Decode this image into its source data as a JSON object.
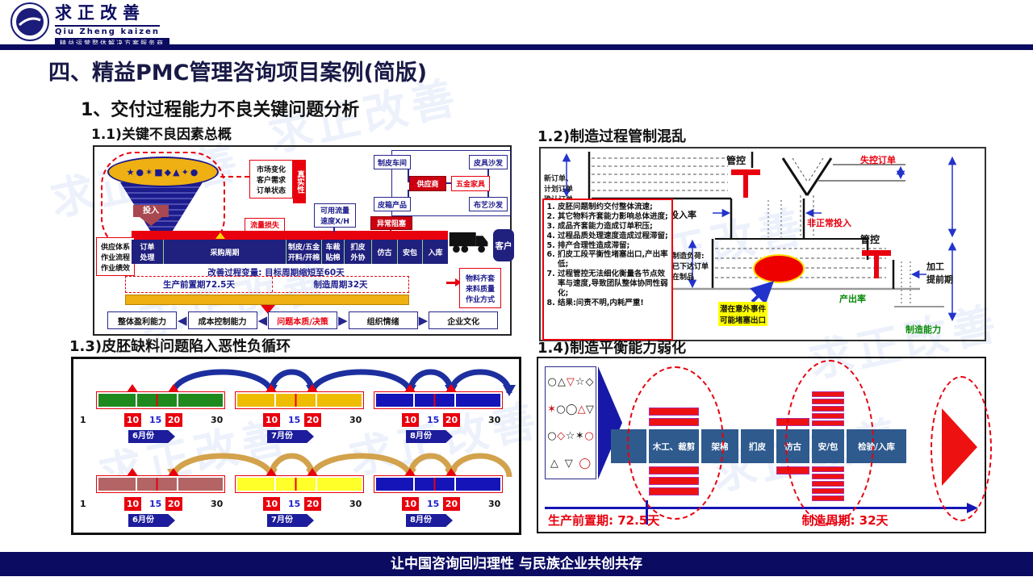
{
  "colors": {
    "navy": "#0b0b62",
    "red": "#e8000e",
    "gold": "#eeb012",
    "steel": "#2e5a8e",
    "green_text": "#0a8a0a"
  },
  "logo": {
    "name": "求正改善",
    "name_en": "Qiu Zheng kaizen",
    "tagline": "精益运营整体解决方案服务商"
  },
  "page": {
    "title": "四、精益PMC管理咨询项目案例(简版)",
    "subtitle": "1、交付过程能力不良关键问题分析",
    "footer": "让中国咨询回归理性  与民族企业共创共存",
    "watermark": "求正改善"
  },
  "q11": {
    "title": "1.1)关键不良因素总概",
    "funnel_glyphs": "★●✶■◆▲✦●",
    "input_label": "投入",
    "market_box": "市场变化\n客户需求\n订单状态",
    "authenticity": "真实性",
    "supplier": {
      "workshop": "制皮车间",
      "luggage": "皮箱产品",
      "vendor": "供应商",
      "hardware": "五金家具",
      "leather_sofa": "皮具沙发",
      "fabric_sofa": "布艺沙发"
    },
    "flow_loss": "流量损失",
    "available_flow": "可用流量\n速度X/H",
    "abnormal_block": "异常阻塞",
    "supply_box": "供应体系\n作业流程\n作业绩效",
    "flow_stages": [
      "订单\n处理",
      "采购周期",
      "制皮/五金\n开料/开棉",
      "车裁\n贴棉",
      "扪皮\n外协",
      "仿古",
      "安包",
      "入库"
    ],
    "customer": "客户",
    "improve_note": "改善过程变量: 目标周期缩短至60天",
    "lead_time": "生产前置期72.5天",
    "mfg_cycle": "制造周期32天",
    "material_box": "物料齐套\n来料质量\n作业方式",
    "chain": [
      {
        "label": "整体盈利能力",
        "arrow": "◀"
      },
      {
        "label": "成本控制能力",
        "arrow": "◀"
      },
      {
        "label": "问题本质/决策",
        "arrow": "▶"
      },
      {
        "label": "组织情绪",
        "arrow": "▶"
      },
      {
        "label": "企业文化",
        "arrow": ""
      }
    ]
  },
  "q12": {
    "title": "1.2)制造过程管制混乱",
    "orders_label": "新订单、\n计划订单\n确认订单",
    "control_label": "管控",
    "input_rate": "投入率",
    "uncontrolled": "失控订单",
    "abnormal_input": "非正常投入",
    "mfg_load": "制造负荷:\n已下达订单\n在制品",
    "potential_note": "潜在意外事件\n可能堵塞出口",
    "output_rate": "产出率",
    "lead_label": "加工\n提前期",
    "capacity": "制造能力",
    "issues": [
      "皮胚问题制约交付整体流速;",
      "其它物料齐套能力影响总体进度;",
      "成品齐套能力造成订单积压;",
      "过程品质处理速度造成过程滞留;",
      "排产合理性造成滞留;",
      "扪皮工段平衡性堵塞出口,产出率低;",
      "过程管控无法细化衡量各节点效率与速度,导致团队整体协同性弱化;",
      "结果:问责不明,内耗严重!"
    ]
  },
  "q13": {
    "title": "1.3)皮胚缺料问题陷入恶性负循环",
    "start_tick": "1",
    "ticks": [
      "10",
      "15",
      "20",
      "30"
    ],
    "months": [
      "6月份",
      "7月份",
      "8月份"
    ],
    "rows": [
      {
        "colors": [
          "#1e8a1e",
          "#eebc00",
          "#1414b8"
        ],
        "arc_color": "#1d2f9e",
        "direction": "forward"
      },
      {
        "colors": [
          "#b46464",
          "#ffff29",
          "#1414b8"
        ],
        "arc_color": "#d2a24c",
        "direction": "backward"
      }
    ]
  },
  "q14": {
    "title": "1.4)制造平衡能力弱化",
    "shapes": "○△▽☆◇✶○◯△▽○◇☆✶○△▽◯",
    "stages": [
      {
        "label": "",
        "w": 44,
        "above": 0,
        "below": 0
      },
      {
        "label": "木工、裁剪",
        "w": 62,
        "above": 2,
        "below": 3
      },
      {
        "label": "架棉",
        "w": 46,
        "above": 0,
        "below": 0
      },
      {
        "label": "扪皮",
        "w": 41,
        "above": 0,
        "below": 0
      },
      {
        "label": "仿古",
        "w": 41,
        "above": 1,
        "below": 1
      },
      {
        "label": "安/包",
        "w": 40,
        "above": 5,
        "below": 5
      },
      {
        "label": "检验/入库",
        "w": 74,
        "above": 0,
        "below": 0
      }
    ],
    "lead_time": "生产前置期: 72.5天",
    "mfg_cycle": "制造周期: 32天"
  }
}
